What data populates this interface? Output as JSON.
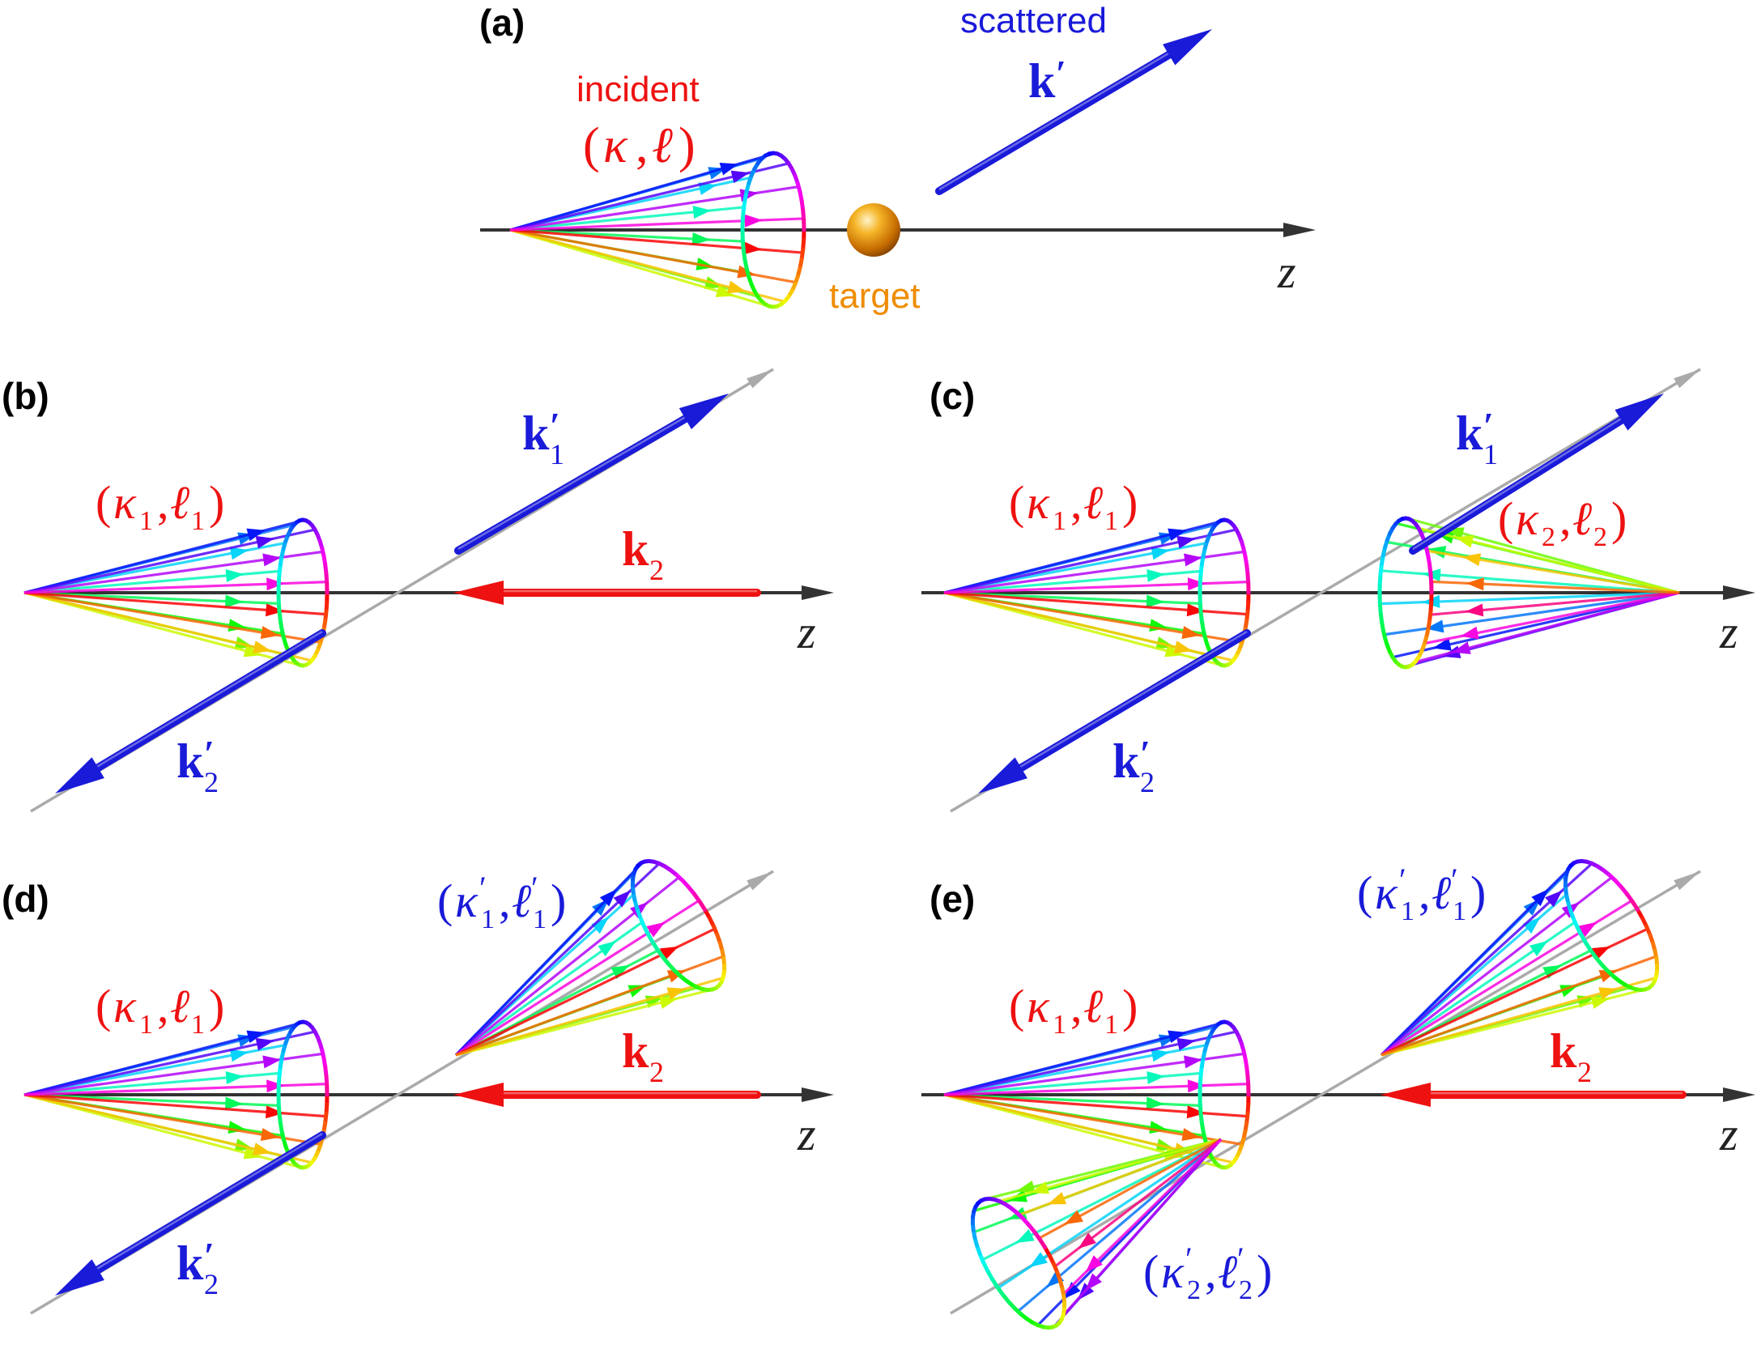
{
  "colors": {
    "red": "#ee1111",
    "blue": "#1a1ad9",
    "orange": "#ef8c00",
    "axis": "#333333",
    "diag": "#aaaaaa"
  },
  "panels": {
    "a": {
      "label": "(a)",
      "incident_word": "incident",
      "scattered_word": "scattered",
      "target_word": "target",
      "axis_label": "z",
      "incident_params": [
        "κ",
        "ℓ"
      ],
      "scattered_vec": "k",
      "prime": "′"
    },
    "b": {
      "label": "(b)",
      "axis_label": "z",
      "beam1": [
        "κ",
        "ℓ",
        "1"
      ],
      "k1p": [
        "k",
        "′",
        "1"
      ],
      "k2": [
        "k",
        "2"
      ],
      "k2p": [
        "k",
        "′",
        "2"
      ]
    },
    "c": {
      "label": "(c)",
      "axis_label": "z",
      "beam1": [
        "κ",
        "ℓ",
        "1"
      ],
      "beam2": [
        "κ",
        "ℓ",
        "2"
      ],
      "k1p": [
        "k",
        "′",
        "1"
      ],
      "k2p": [
        "k",
        "′",
        "2"
      ]
    },
    "d": {
      "label": "(d)",
      "axis_label": "z",
      "beam1": [
        "κ",
        "ℓ",
        "1"
      ],
      "out1": [
        "κ",
        "ℓ",
        "′",
        "1"
      ],
      "k2": [
        "k",
        "2"
      ],
      "k2p": [
        "k",
        "′",
        "2"
      ]
    },
    "e": {
      "label": "(e)",
      "axis_label": "z",
      "beam1": [
        "κ",
        "ℓ",
        "1"
      ],
      "out1": [
        "κ",
        "ℓ",
        "′",
        "1"
      ],
      "out2": [
        "κ",
        "ℓ",
        "′",
        "2"
      ],
      "k2": [
        "k",
        "2"
      ]
    }
  },
  "icons": [
    "sphere-icon",
    "arrow-icon",
    "cone-icon"
  ]
}
